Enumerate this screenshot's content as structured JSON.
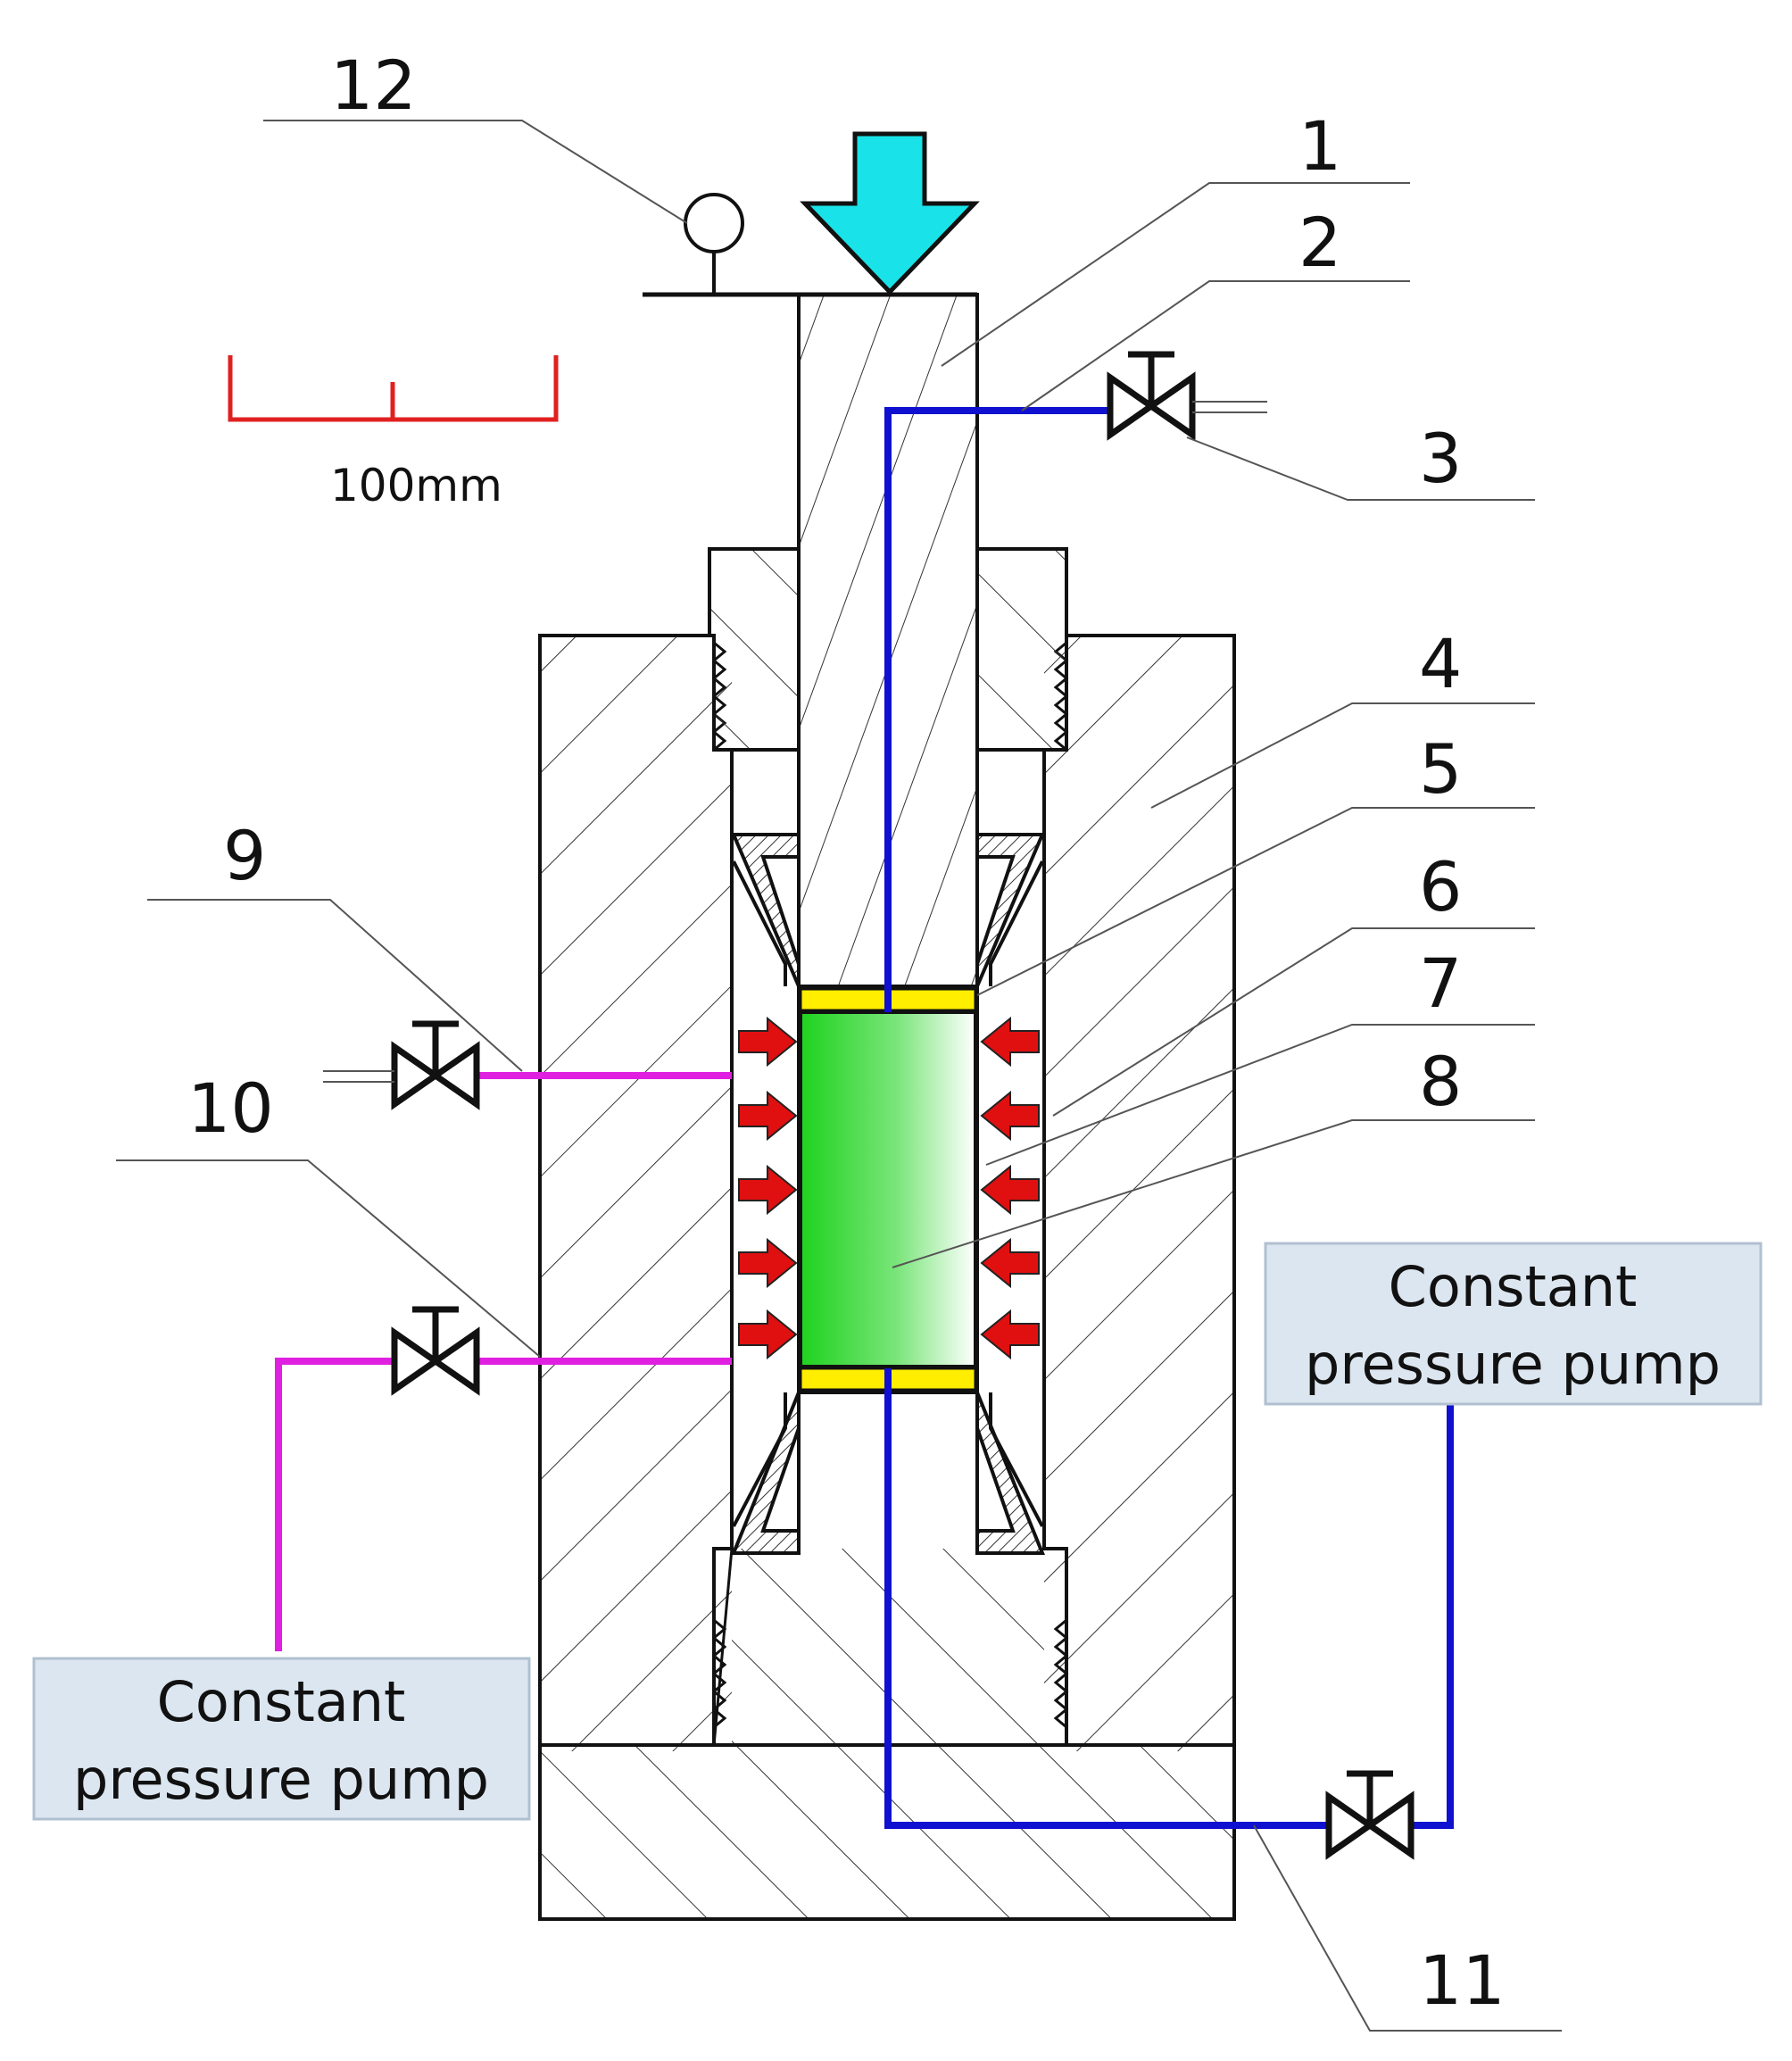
{
  "labels": {
    "l1": "1",
    "l2": "2",
    "l3": "3",
    "l4": "4",
    "l5": "5",
    "l6": "6",
    "l7": "7",
    "l8": "8",
    "l9": "9",
    "l10": "10",
    "l11": "11",
    "l12": "12"
  },
  "scale_bar": {
    "text": "100mm"
  },
  "pump_right": {
    "line1": "Constant",
    "line2": "pressure pump"
  },
  "pump_left": {
    "line1": "Constant",
    "line2": "pressure pump"
  },
  "colors": {
    "load_arrow": "#19e3e8",
    "axial_line": "#1010d0",
    "confining_line": "#e020e0",
    "pressure_arrows": "#e01010",
    "specimen": "#33cc33",
    "porous_disc": "#ffee00",
    "scale_bar": "#e02020",
    "pump_box": "#dce6f0"
  }
}
